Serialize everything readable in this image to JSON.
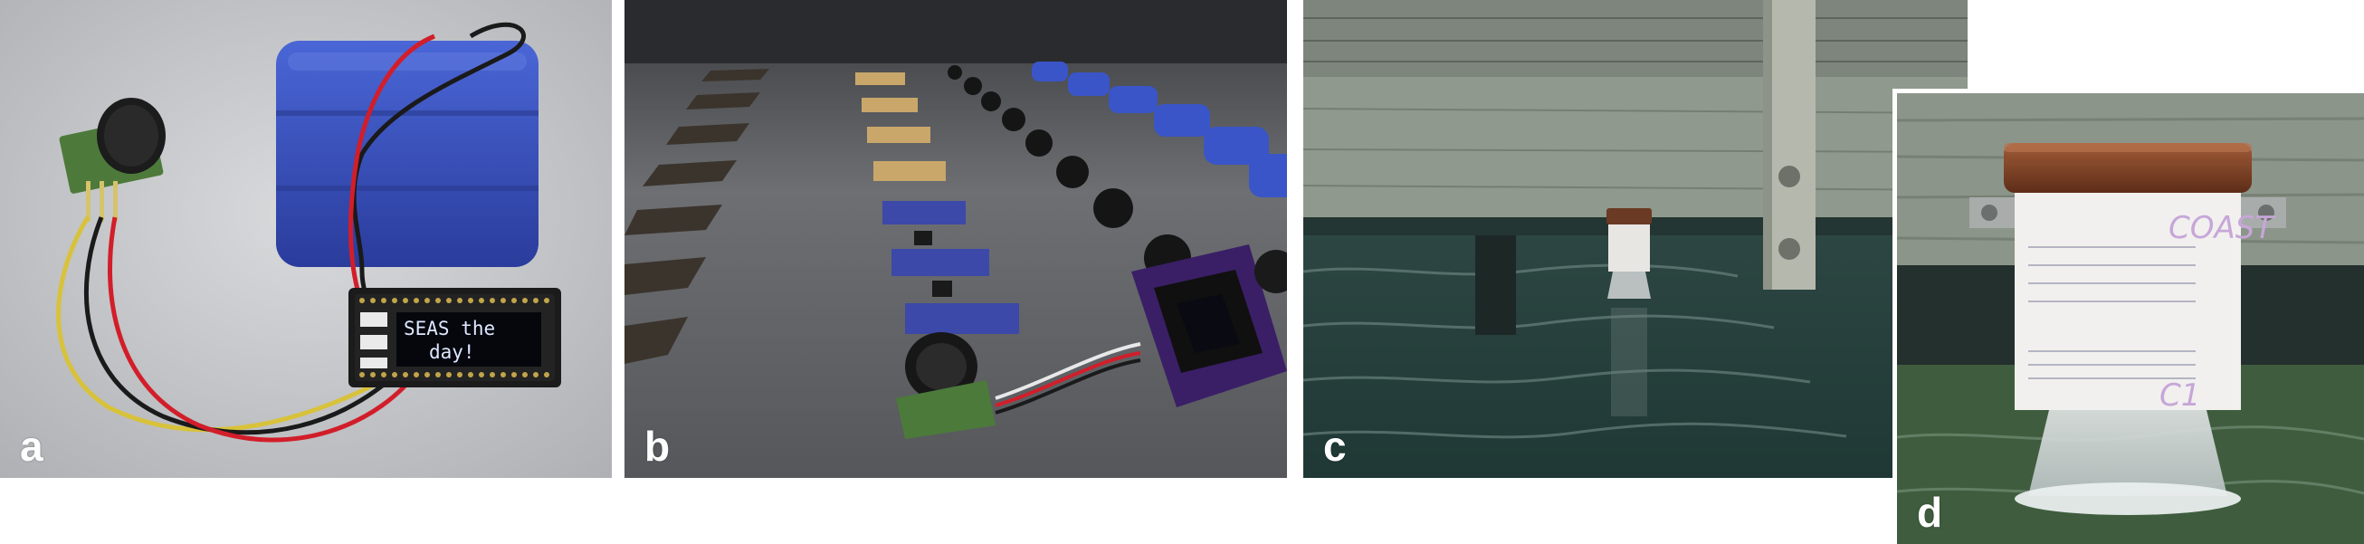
{
  "panels": [
    {
      "id": "a",
      "label": "a",
      "oled_text_line1": "SEAS the",
      "oled_text_line2": "day!"
    },
    {
      "id": "b",
      "label": "b"
    },
    {
      "id": "c",
      "label": "c"
    },
    {
      "id": "d",
      "label": "d",
      "handwriting_line1": "COAST",
      "handwriting_line2": "C1"
    }
  ],
  "colors": {
    "battery_blue": "#3a55c8",
    "board_black": "#1b1b1b",
    "wire_red": "#d21e2a",
    "wire_yellow": "#d8c23a",
    "water_teal": "#2f4d4a",
    "dock_wood": "#8a9487",
    "jar_lid_copper": "#8a4a2c"
  }
}
